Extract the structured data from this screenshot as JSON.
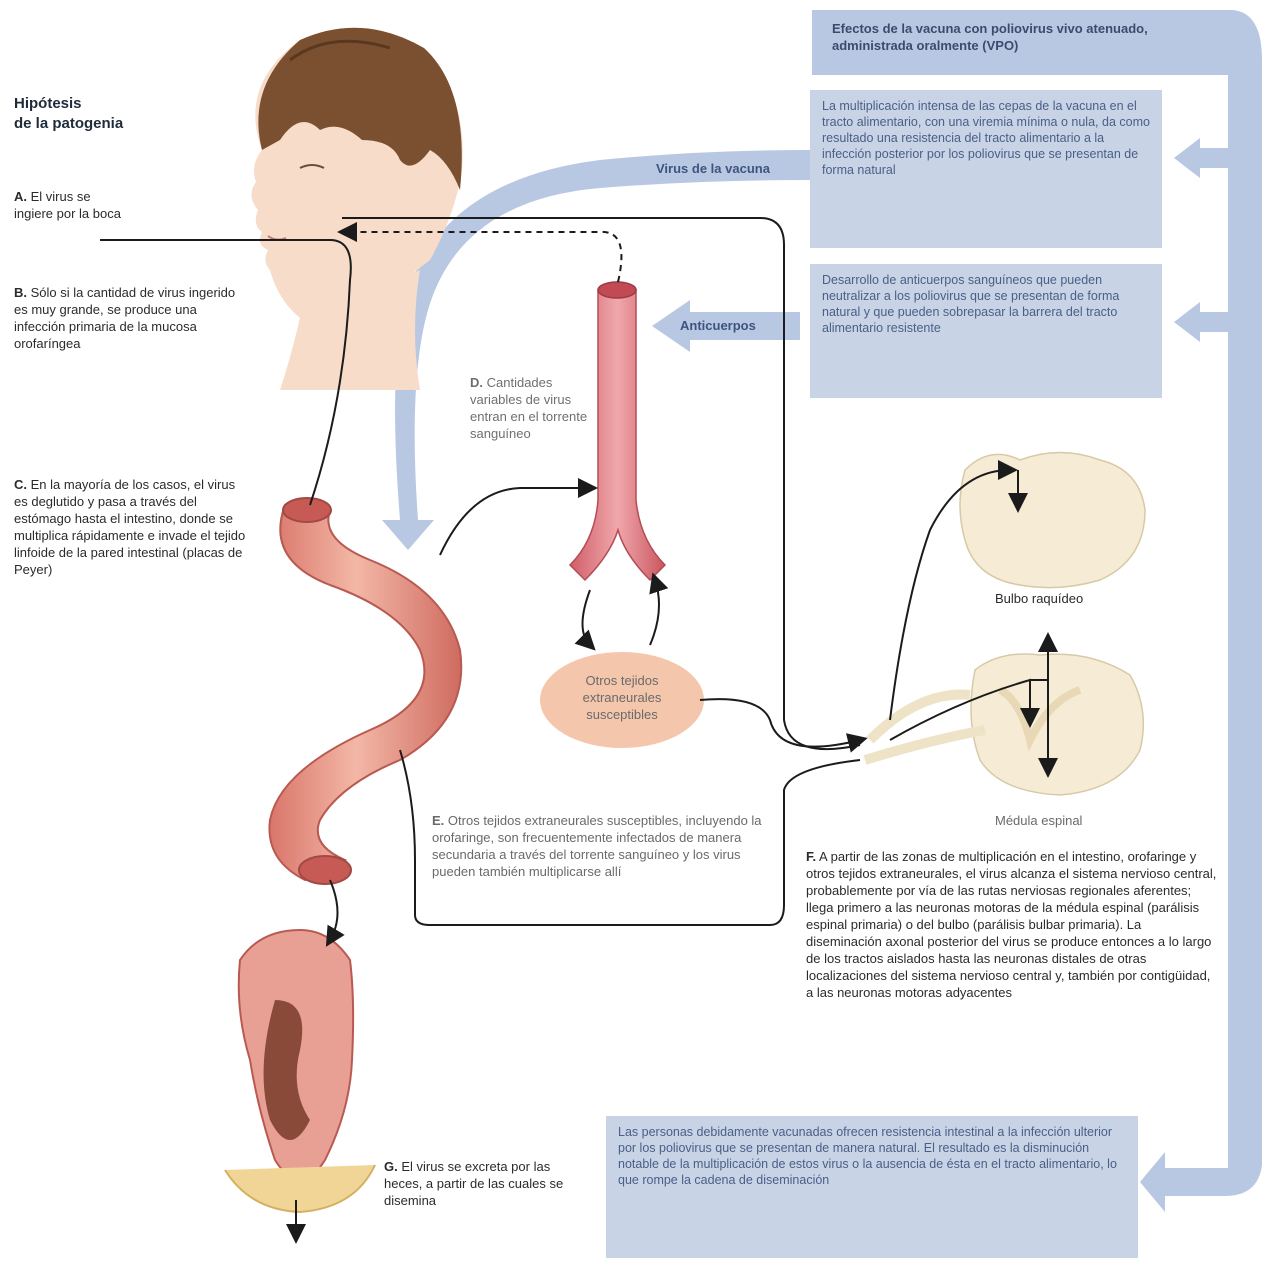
{
  "title": {
    "line1": "Hipótesis",
    "line2": "de la patogenia"
  },
  "steps": {
    "a": {
      "letter": "A.",
      "text": "El virus se ingiere por la boca"
    },
    "b": {
      "letter": "B.",
      "text": "Sólo si la cantidad de virus ingerido es muy grande, se produce una infección primaria de la mucosa orofaríngea"
    },
    "c": {
      "letter": "C.",
      "text": "En la mayoría de los casos, el virus es deglutido y pasa a través del estómago hasta el intestino, donde se multiplica rápidamente e invade el tejido linfoide de la pared intestinal (placas de Peyer)"
    },
    "d": {
      "letter": "D.",
      "text": "Cantidades variables de virus entran en el torrente sanguíneo"
    },
    "e": {
      "letter": "E.",
      "text": "Otros tejidos extraneurales susceptibles, incluyendo la orofaringe, son frecuentemente infectados de manera secundaria a través del torrente sanguíneo y los virus pueden también multiplicarse allí"
    },
    "f": {
      "letter": "F.",
      "text": "A partir de las zonas de multiplicación en el intestino, orofaringe y otros tejidos extraneurales, el virus alcanza el sistema nervioso central, probablemente por vía de las rutas nerviosas regionales aferentes; llega primero a las neuronas motoras de la médula espinal (parálisis espinal primaria) o del bulbo (parálisis bulbar primaria). La diseminación axonal posterior del virus se produce entonces a lo largo de los tractos aislados hasta las neuronas distales de otras localizaciones del sistema nervioso central y, también por contigüidad, a las neuronas motoras adyacentes"
    },
    "g": {
      "letter": "G.",
      "text": "El virus se excreta por las heces, a partir de las cuales se disemina"
    }
  },
  "tissue_label": "Otros tejidos extraneurales susceptibles",
  "bulbo_label": "Bulbo raquídeo",
  "medula_label": "Médula espinal",
  "vaccine": {
    "header": "Efectos de la vacuna con poliovirus vivo atenuado, administrada oralmente (VPO)",
    "virus_label": "Virus de la vacuna",
    "box1": "La multiplicación intensa de las cepas de la vacuna en el tracto alimentario, con una viremia mínima o nula, da como resultado una resistencia del tracto alimentario a la infección posterior por los poliovirus que se presentan de forma natural",
    "antibodies_label": "Anticuerpos",
    "box2": "Desarrollo de anticuerpos sanguíneos que pueden neutralizar a los poliovirus que se presentan de forma natural y que pueden sobrepasar la barrera del tracto alimentario resistente",
    "box3": "Las personas debidamente vacunadas ofrecen resistencia intestinal a la infección ulterior por los poliovirus que se presentan de manera natural. El resultado es la disminución notable de la multiplicación de estos virus o la ausencia de ésta en el tracto alimentario, lo que rompe la cadena de diseminación"
  },
  "colors": {
    "blue_arrow": "#b9c8e2",
    "blue_box": "#c8d3e6",
    "blue_text": "#4a5f86",
    "tissue": "#f4c7ad",
    "intestine": "#e69a86",
    "vessel": "#e5848a"
  }
}
